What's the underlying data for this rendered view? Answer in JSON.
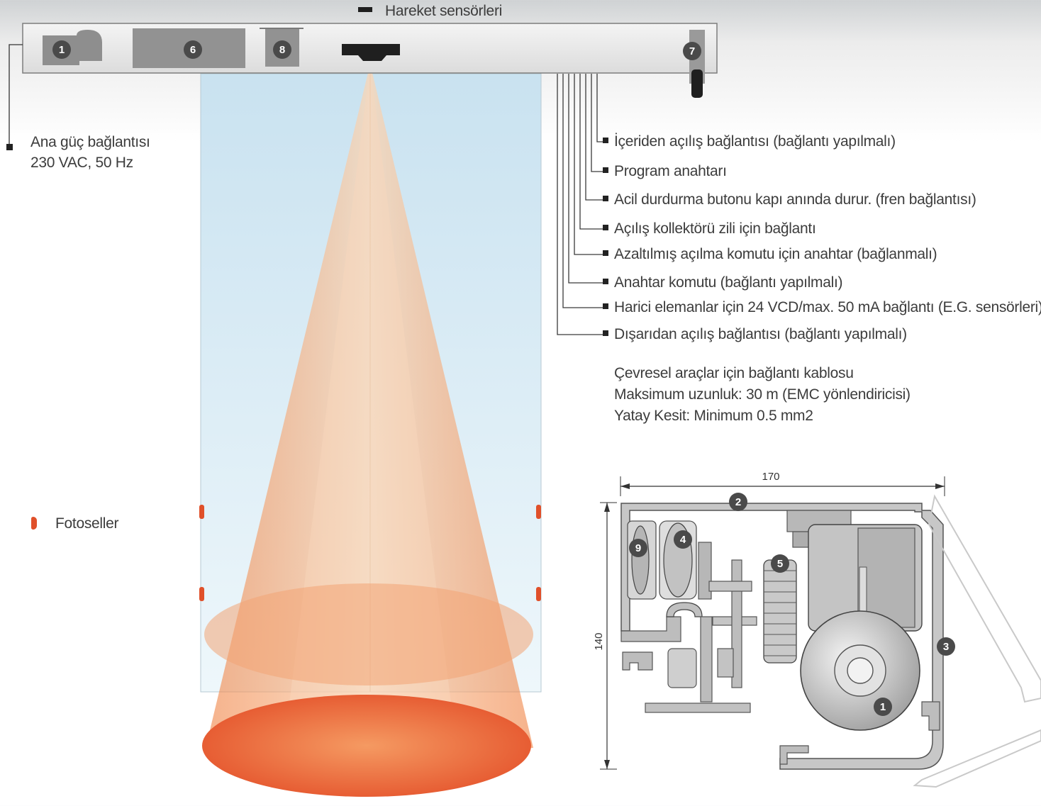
{
  "top_label": "Hareket sensörleri",
  "power": {
    "line1": "Ana güç bağlantısı",
    "line2": "230 VAC, 50 Hz"
  },
  "photocells_label": "Fotoseller",
  "header_badges": [
    "1",
    "6",
    "8",
    "7"
  ],
  "connections": [
    "İçeriden açılış bağlantısı (bağlantı yapılmalı)",
    "Program anahtarı",
    "Acil durdurma butonu kapı anında durur. (fren bağlantısı)",
    "Açılış kollektörü zili için bağlantı",
    "Azaltılmış açılma komutu için anahtar (bağlanmalı)",
    "Anahtar komutu (bağlantı yapılmalı)",
    "Harici elemanlar için 24 VCD/max. 50 mA bağlantı (E.G. sensörleri)",
    "Dışarıdan açılış bağlantısı (bağlantı yapılmalı)"
  ],
  "cable_note": [
    "Çevresel araçlar için bağlantı kablosu",
    "Maksimum uzunluk: 30 m (EMC yönlendiricisi)",
    "Yatay Kesit: Minimum 0.5 mm2"
  ],
  "section": {
    "width_label": "170",
    "height_label": "140",
    "badges": [
      "2",
      "4",
      "9",
      "5",
      "3",
      "1"
    ]
  },
  "colors": {
    "badge": "#4a4a4a",
    "beam": "#f08a50",
    "glass": "#d8ecf6",
    "photocell": "#e0502a"
  }
}
